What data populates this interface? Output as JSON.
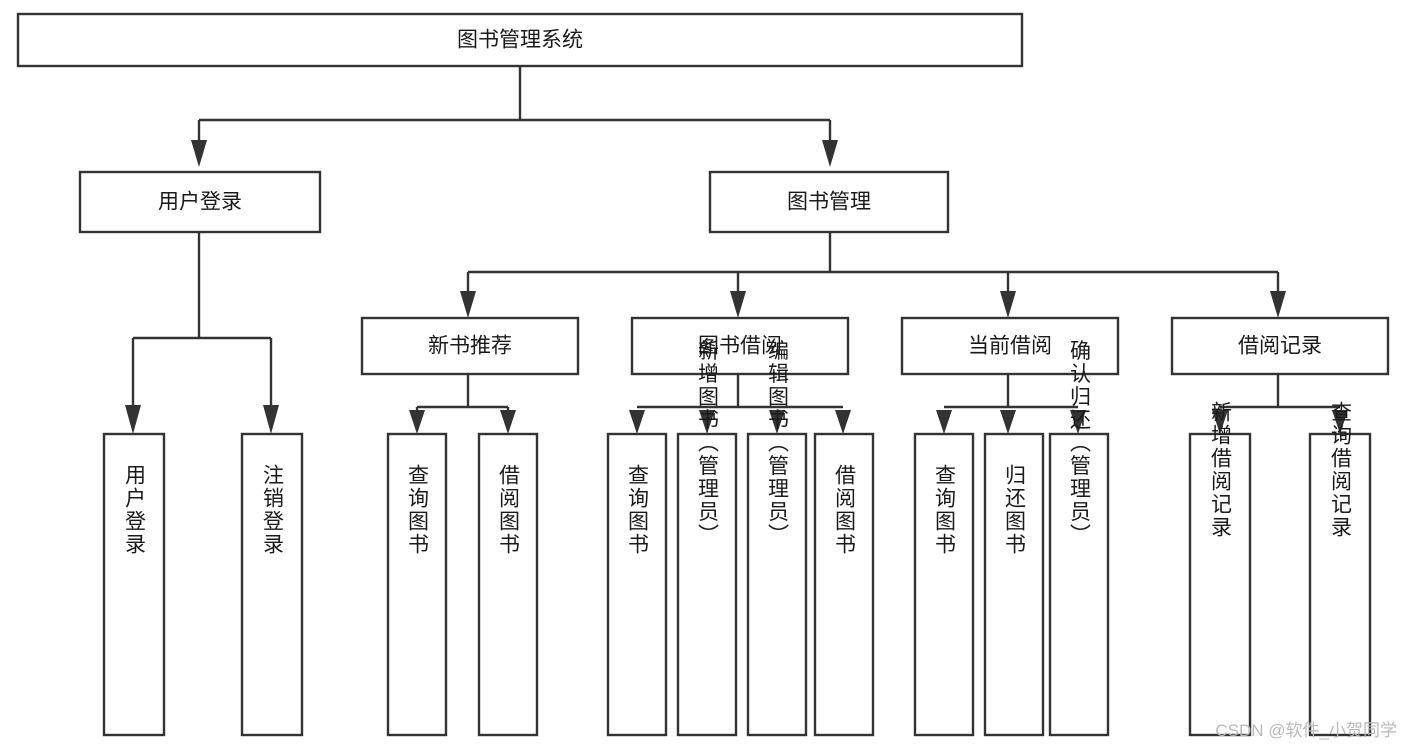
{
  "diagram": {
    "type": "tree-hierarchy",
    "title": "图书管理系统",
    "orientation": "top-down",
    "colors": {
      "box_stroke": "#333333",
      "box_fill": "#ffffff",
      "text": "#1a1a1a",
      "background": "#ffffff",
      "watermark": "#b9b9b9"
    },
    "levels": [
      {
        "level": 1,
        "nodes": [
          {
            "id": "root",
            "label": "图书管理系统",
            "orientation": "horizontal"
          }
        ]
      },
      {
        "level": 2,
        "nodes": [
          {
            "id": "login",
            "label": "用户登录",
            "orientation": "horizontal",
            "parent": "root"
          },
          {
            "id": "bookmgmt",
            "label": "图书管理",
            "orientation": "horizontal",
            "parent": "root"
          }
        ]
      },
      {
        "level": 3,
        "nodes": [
          {
            "id": "newbook",
            "label": "新书推荐",
            "orientation": "horizontal",
            "parent": "bookmgmt"
          },
          {
            "id": "borrow",
            "label": "图书借阅",
            "orientation": "horizontal",
            "parent": "bookmgmt"
          },
          {
            "id": "current",
            "label": "当前借阅",
            "orientation": "horizontal",
            "parent": "bookmgmt"
          },
          {
            "id": "record",
            "label": "借阅记录",
            "orientation": "horizontal",
            "parent": "bookmgmt"
          }
        ]
      },
      {
        "level": 4,
        "nodes": [
          {
            "id": "leaf1",
            "label": "用户登录",
            "orientation": "vertical",
            "parent": "login"
          },
          {
            "id": "leaf2",
            "label": "注销登录",
            "orientation": "vertical",
            "parent": "login"
          },
          {
            "id": "leaf3",
            "label": "查询图书",
            "orientation": "vertical",
            "parent": "newbook"
          },
          {
            "id": "leaf4",
            "label": "借阅图书",
            "orientation": "vertical",
            "parent": "newbook"
          },
          {
            "id": "leaf5",
            "label": "查询图书",
            "orientation": "vertical",
            "parent": "borrow"
          },
          {
            "id": "leaf6",
            "label": "新增图书（管理员）",
            "orientation": "vertical",
            "parent": "borrow"
          },
          {
            "id": "leaf7",
            "label": "编辑图书（管理员）",
            "orientation": "vertical",
            "parent": "borrow"
          },
          {
            "id": "leaf8",
            "label": "借阅图书",
            "orientation": "vertical",
            "parent": "borrow"
          },
          {
            "id": "leaf9",
            "label": "查询图书",
            "orientation": "vertical",
            "parent": "current"
          },
          {
            "id": "leaf10",
            "label": "归还图书",
            "orientation": "vertical",
            "parent": "current"
          },
          {
            "id": "leaf11",
            "label": "确认归还（管理员）",
            "orientation": "vertical",
            "parent": "current"
          },
          {
            "id": "leaf12",
            "label": "新增借阅记录",
            "orientation": "vertical",
            "parent": "record"
          },
          {
            "id": "leaf13",
            "label": "查询借阅记录",
            "orientation": "vertical",
            "parent": "record"
          }
        ]
      }
    ]
  },
  "watermark": {
    "label": "CSDN @软件_小贺同学"
  }
}
